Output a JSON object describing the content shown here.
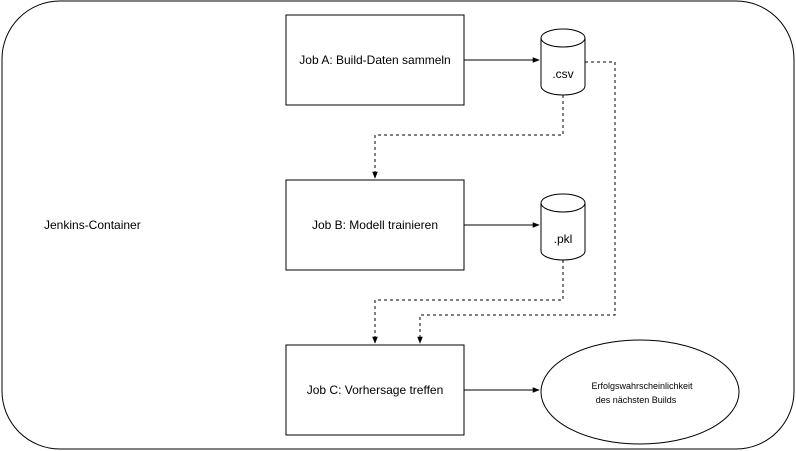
{
  "container": {
    "label": "Jenkins-Container"
  },
  "jobs": {
    "a": "Job A: Build-Daten sammeln",
    "b": "Job B: Modell trainieren",
    "c": "Job C: Vorhersage treffen"
  },
  "stores": {
    "csv": ".csv",
    "pkl": ".pkl"
  },
  "result": {
    "line1": "Erfolgswahrscheinlichkeit",
    "line2": "des nächsten Builds"
  },
  "colors": {
    "stroke": "#000000",
    "fill": "#ffffff"
  }
}
